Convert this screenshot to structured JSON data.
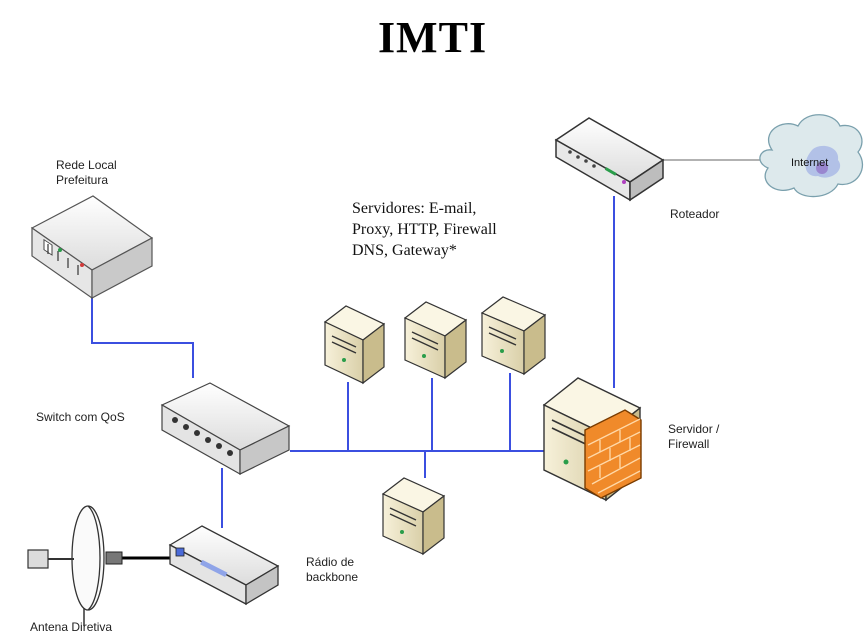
{
  "title": "IMTI",
  "servers_label": {
    "line1": "Servidores: E-mail,",
    "line2": "Proxy, HTTP, Firewall",
    "line3": "DNS, Gateway*"
  },
  "nodes": {
    "rede_local": {
      "line1": "Rede Local",
      "line2": "Prefeitura"
    },
    "switch": "Switch com QoS",
    "roteador": "Roteador",
    "internet": "Internet",
    "servidor_firewall": {
      "line1": "Servidor /",
      "line2": "Firewall"
    },
    "radio": {
      "line1": "Rádio de",
      "line2": "backbone"
    },
    "antena": "Antena Diretiva"
  },
  "colors": {
    "link": "#3b4fe0",
    "device_fill": "#f4f4f4",
    "server_fill": "#f3ecd0",
    "firewall": "#f08a2a",
    "cloud": "#dde9ec"
  },
  "icons": [
    "hub-icon",
    "switch-icon",
    "router-icon",
    "cloud-icon",
    "server-icon",
    "firewall-icon",
    "radio-icon",
    "dish-antenna-icon"
  ]
}
